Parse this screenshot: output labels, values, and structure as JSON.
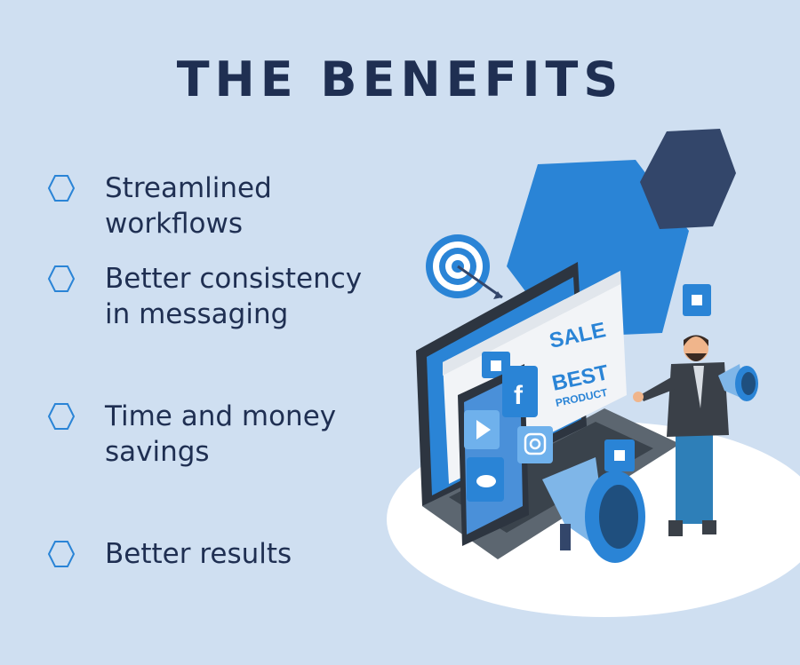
{
  "title": "THE BENEFITS",
  "benefits": [
    {
      "line1": "Streamlined workflows",
      "line2": ""
    },
    {
      "line1": "Better consistency",
      "line2": "in messaging"
    },
    {
      "line1": "Time and money",
      "line2": "savings"
    },
    {
      "line1": "Better results",
      "line2": ""
    }
  ],
  "illustration": {
    "sale_text": "SALE",
    "best_text": "BEST",
    "product_text": "PRODUCT"
  },
  "colors": {
    "background": "#cfdff1",
    "title": "#1f2f52",
    "accent": "#2a84d6",
    "dark_hex": "#33466a"
  }
}
